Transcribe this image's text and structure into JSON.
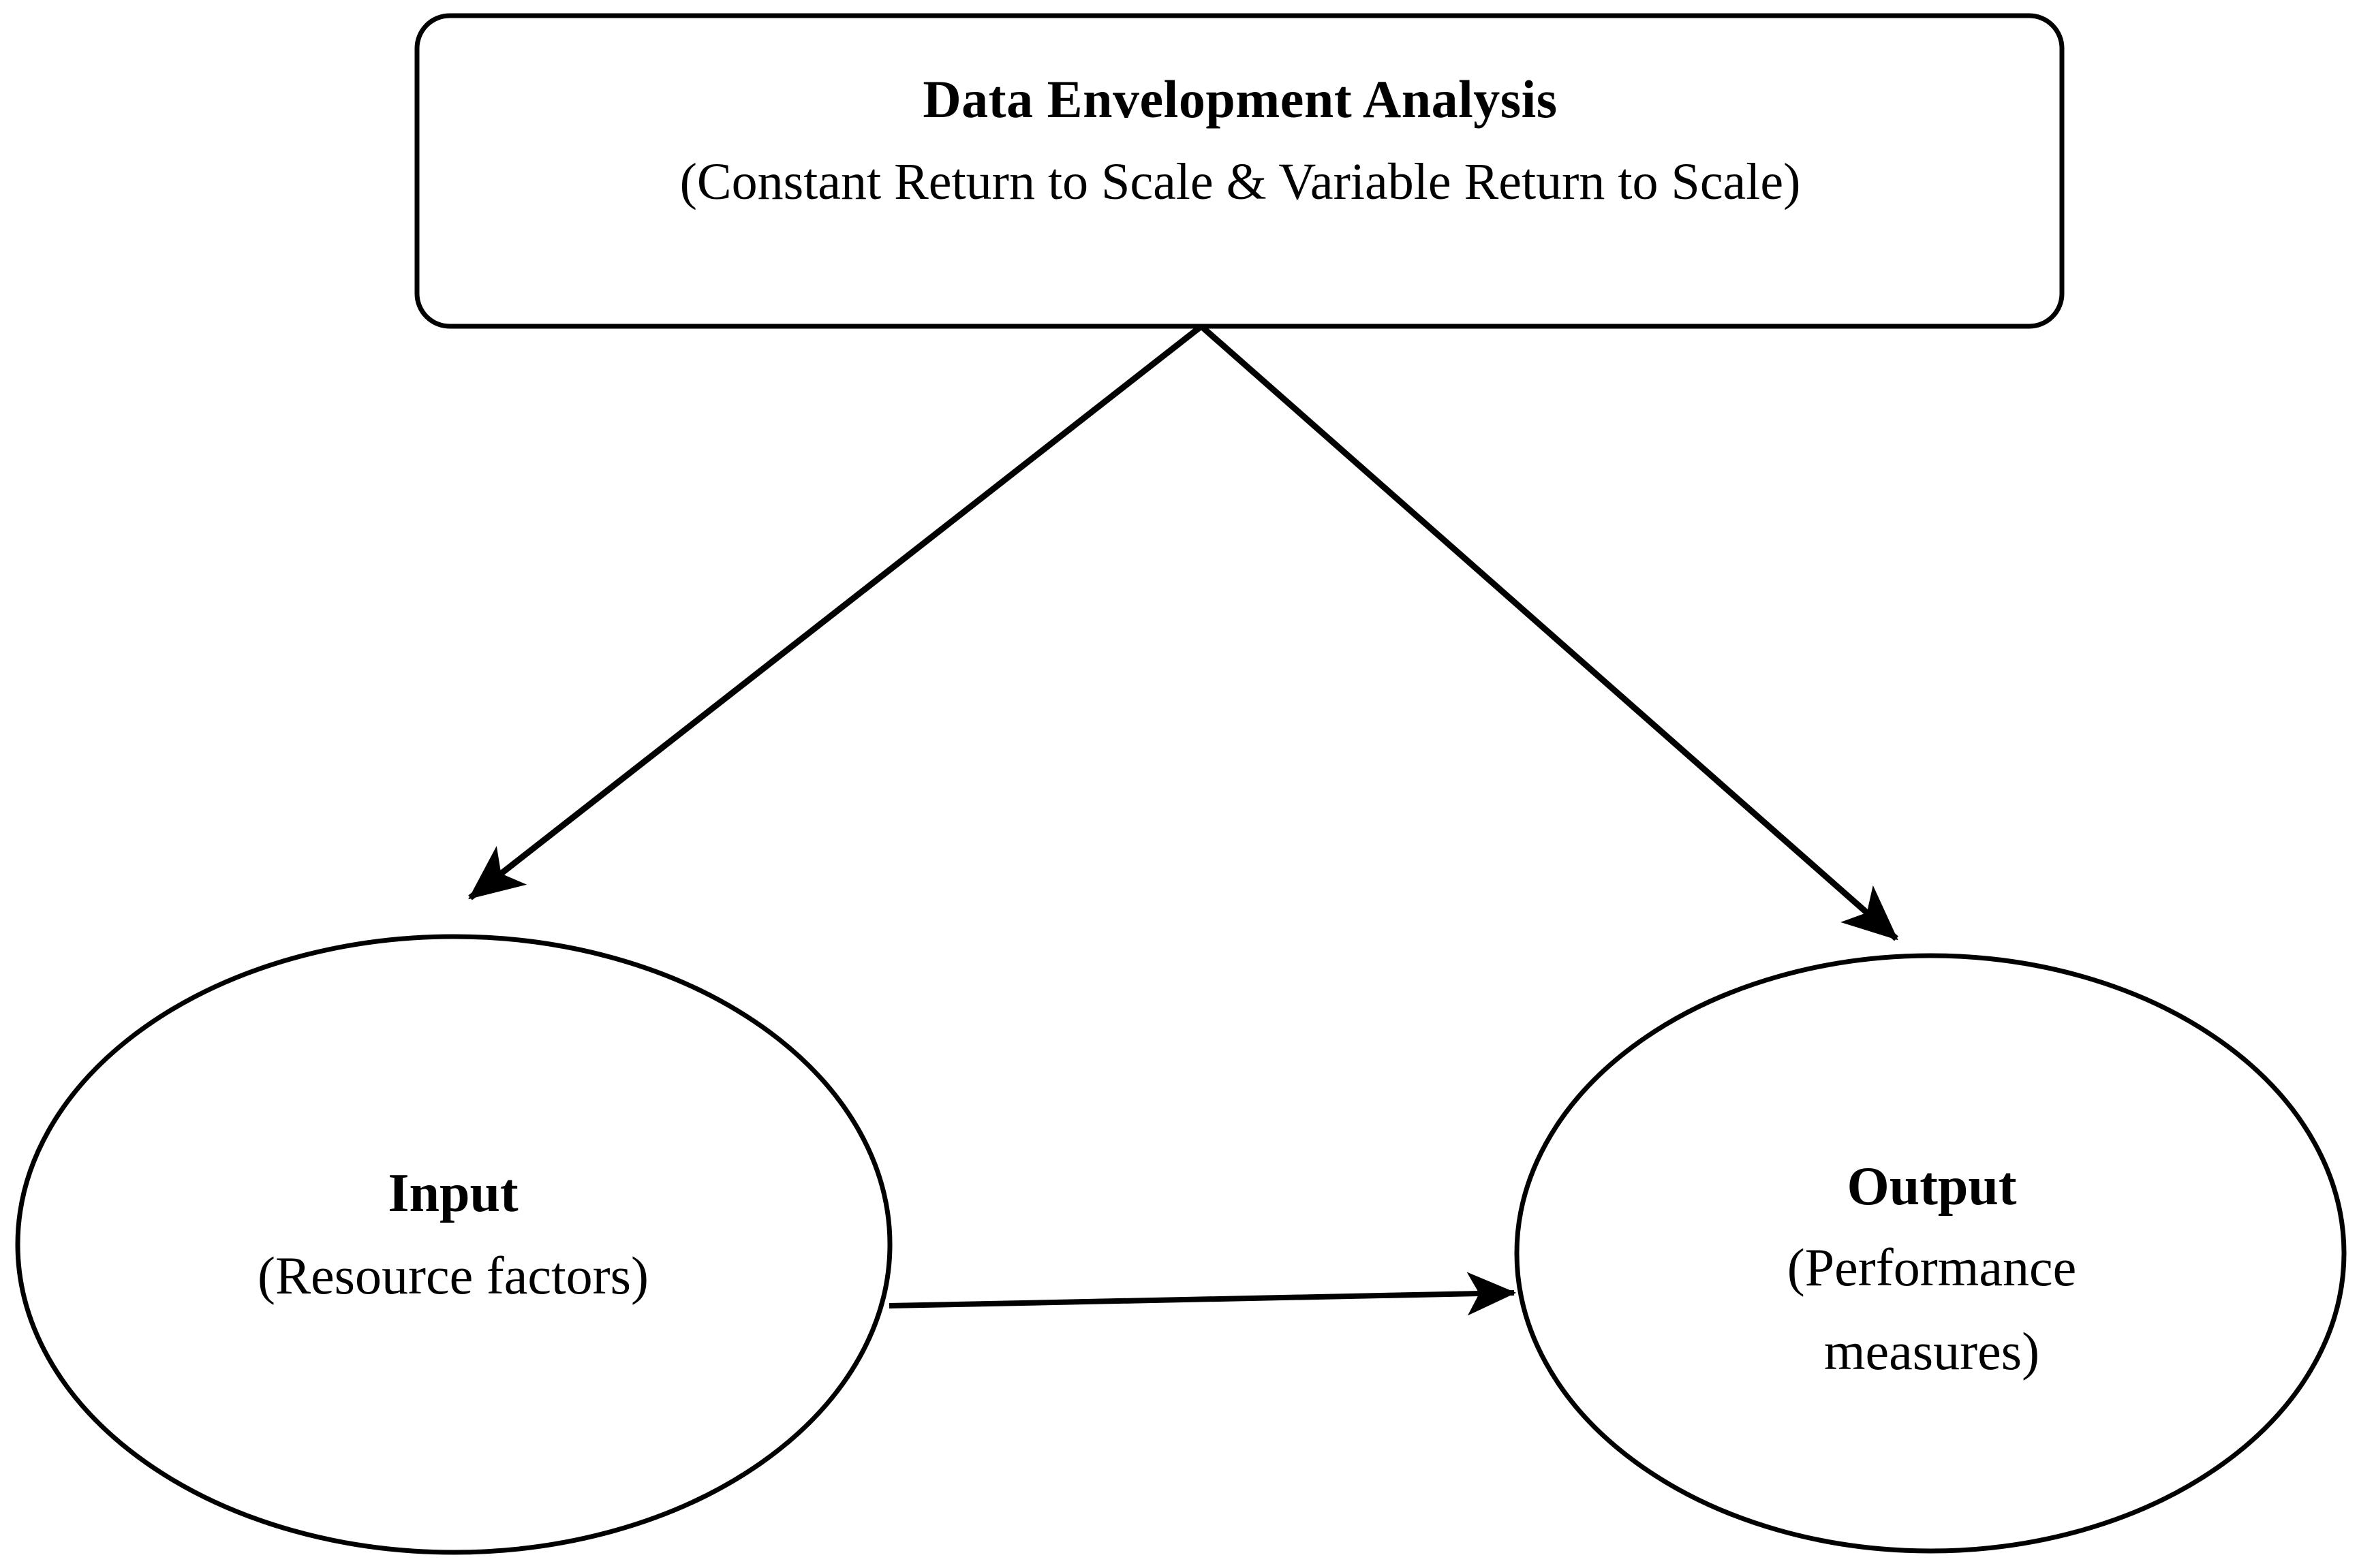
{
  "diagram": {
    "type": "flow-diagram",
    "background_color": "#ffffff",
    "stroke_color": "#000000",
    "nodes": {
      "dea": {
        "shape": "rounded-rectangle",
        "title": "Data Envelopment Analysis",
        "subtitle": "(Constant Return to Scale & Variable Return to Scale)"
      },
      "input": {
        "shape": "ellipse",
        "title": "Input",
        "subtitle": "(Resource factors)"
      },
      "output": {
        "shape": "ellipse",
        "title": "Output",
        "subtitle_line1": "(Performance",
        "subtitle_line2": "measures)"
      }
    },
    "edges": [
      {
        "name": "dea-to-input",
        "from": "dea",
        "to": "input",
        "style": "solid-arrow"
      },
      {
        "name": "dea-to-output",
        "from": "dea",
        "to": "output",
        "style": "solid-arrow"
      },
      {
        "name": "input-to-output",
        "from": "input",
        "to": "output",
        "style": "solid-arrow"
      }
    ]
  }
}
